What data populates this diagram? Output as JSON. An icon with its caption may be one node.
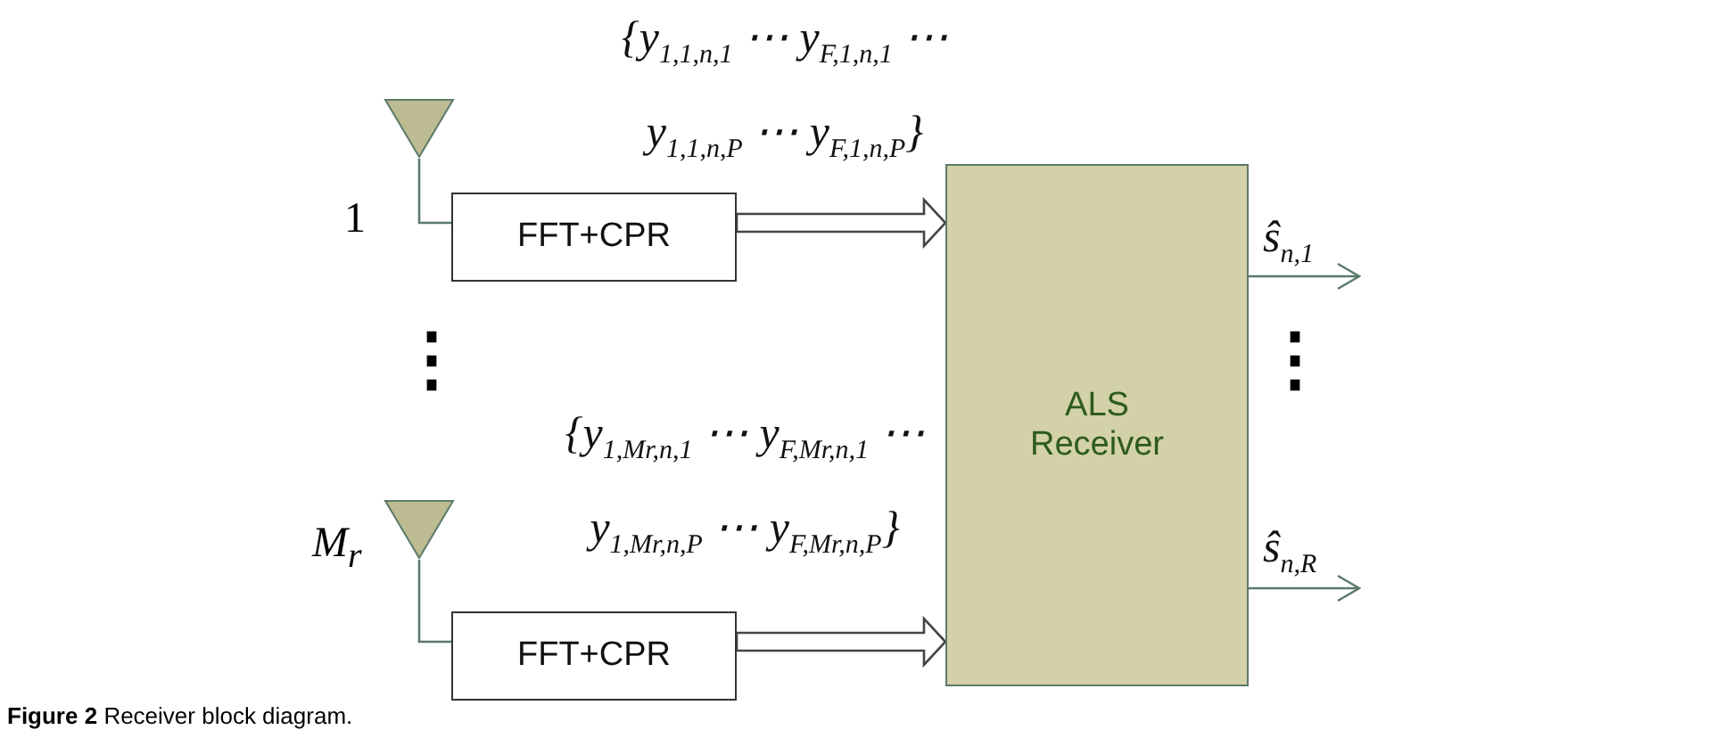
{
  "diagram": {
    "caption": "**Figure 2** Receiver block diagram.",
    "nodes": [
      {
        "text": [],
        "shape": "triangle",
        "beside": [
          "1"
        ]
      },
      {
        "text": [
          "FFT+CPR"
        ]
      },
      {
        "text": [
          "ALS Receiver"
        ]
      },
      {
        "text": [],
        "shape": "triangle",
        "beside": [
          "M$_{r}$"
        ]
      },
      {
        "text": [
          "FFT+CPR"
        ]
      }
    ],
    "edges": [
      {
        "from": 0,
        "to": 1,
        "arrow": "none"
      },
      {
        "from": 1,
        "to": 2,
        "arrow": "to",
        "label": "{y$_{1,1,n,1}$ ⋯ y$_{F,1,n,1}$ ⋯ y$_{1,1,n,P}$ ⋯ y$_{F,1,n,P}$}"
      },
      {
        "from": 2,
        "to": null,
        "arrow": "to",
        "label": "ŝ$_{n,1}$"
      },
      {
        "from": 3,
        "to": 4,
        "arrow": "none"
      },
      {
        "from": 4,
        "to": 2,
        "arrow": "to",
        "label": "{y$_{1,Mr,n,1}$ ⋯ y$_{F,Mr,n,1}$ ⋯ y$_{1,Mr,n,P}$ ⋯ y$_{F,Mr,n,P}$}"
      },
      {
        "from": 2,
        "to": null,
        "arrow": "to",
        "label": "ŝ$_{n,R}$"
      }
    ],
    "labels": [
      "⋮",
      "⋮"
    ]
  }
}
